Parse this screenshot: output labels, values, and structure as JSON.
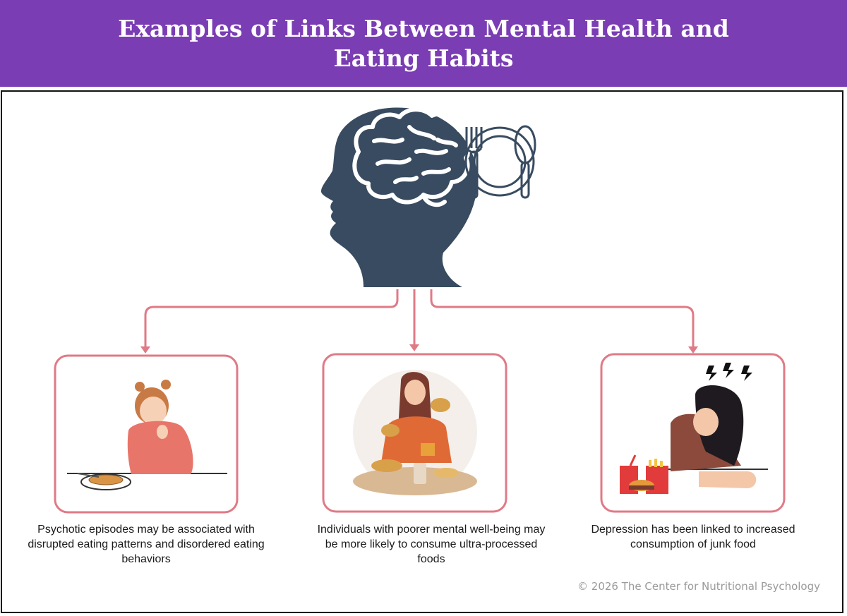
{
  "title": "Examples of Links Between Mental Health and Eating Habits",
  "colors": {
    "header_bg": "#7a3db3",
    "title_text": "#ffffff",
    "connector": "#e07a86",
    "head_fill": "#384b60",
    "brain_stroke": "#ffffff",
    "caption_text": "#1a1a1a",
    "copyright_text": "#9a9a9a"
  },
  "center": {
    "icons": [
      "head-silhouette-icon",
      "brain-icon",
      "fork-plate-spoon-icon"
    ]
  },
  "cards": [
    {
      "illustration": "sad-woman-with-spaghetti-illustration",
      "caption": "Psychotic episodes may be associated with disrupted eating patterns and disordered eating behaviors"
    },
    {
      "illustration": "woman-eating-burgers-fast-food-illustration",
      "caption": "Individuals with poorer mental well-being may be more likely to consume ultra-processed foods"
    },
    {
      "illustration": "woman-headache-junk-food-illustration",
      "caption": "Depression has been linked to increased consumption of junk food"
    }
  ],
  "copyright": "© 2026 The Center for Nutritional Psychology"
}
